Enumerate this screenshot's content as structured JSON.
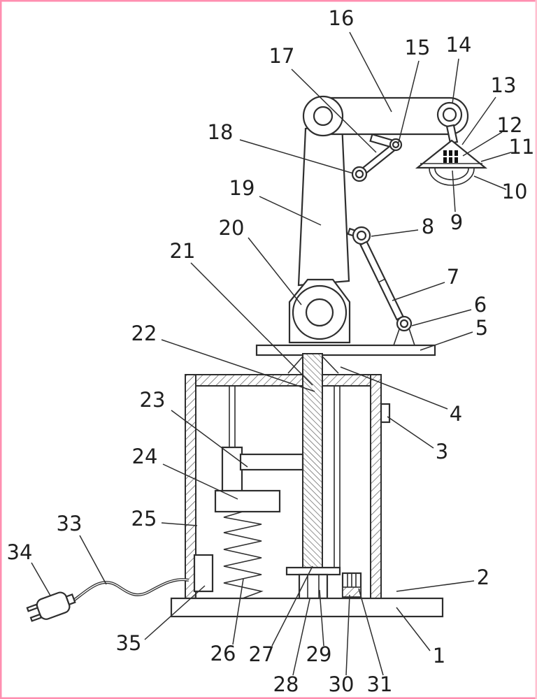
{
  "figure": {
    "palette": {
      "line": "#2e2e2e",
      "hatch": "#555555",
      "background": "#ffffff",
      "scan_border": "#ff8fb0"
    }
  },
  "labels": {
    "l1": "1",
    "l2": "2",
    "l3": "3",
    "l4": "4",
    "l5": "5",
    "l6": "6",
    "l7": "7",
    "l8": "8",
    "l9": "9",
    "l10": "10",
    "l11": "11",
    "l12": "12",
    "l13": "13",
    "l14": "14",
    "l15": "15",
    "l16": "16",
    "l17": "17",
    "l18": "18",
    "l19": "19",
    "l20": "20",
    "l21": "21",
    "l22": "22",
    "l23": "23",
    "l24": "24",
    "l25": "25",
    "l26": "26",
    "l27": "27",
    "l28": "28",
    "l29": "29",
    "l30": "30",
    "l31": "31",
    "l33": "33",
    "l34": "34",
    "l35": "35"
  }
}
